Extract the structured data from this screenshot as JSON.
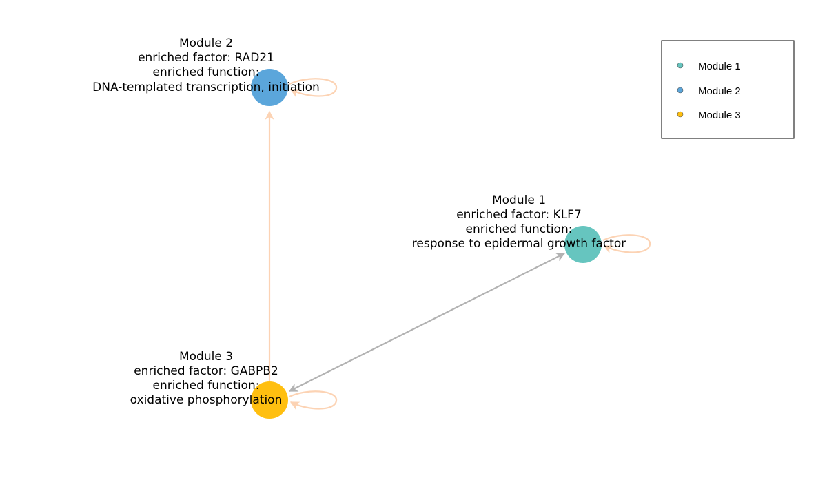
{
  "colors": {
    "module1": "#66c5bf",
    "module2": "#5ba6db",
    "module3": "#ffbf10",
    "self_loop_edge": "#fcd3b4",
    "module_edge": "#b2b2b2",
    "legend_border": "#000000"
  },
  "modules": [
    {
      "id": "m1",
      "name": "Module 1",
      "factor_line": "enriched factor: KLF7",
      "function_heading": "enriched function:",
      "function_line": "response to epidermal growth factor"
    },
    {
      "id": "m2",
      "name": "Module 2",
      "factor_line": "enriched factor: RAD21",
      "function_heading": "enriched function:",
      "function_line": "DNA-templated transcription, initiation"
    },
    {
      "id": "m3",
      "name": "Module 3",
      "factor_line": "enriched factor: GABPB2",
      "function_heading": "enriched function:",
      "function_line": "oxidative phosphorylation"
    }
  ],
  "edges": [
    {
      "from": "m3",
      "to": "m2",
      "type": "directed"
    },
    {
      "from": "m1",
      "to": "m3",
      "type": "bidirectional"
    },
    {
      "from": "m1",
      "to": "m1",
      "type": "self-loop"
    },
    {
      "from": "m2",
      "to": "m2",
      "type": "self-loop"
    },
    {
      "from": "m3",
      "to": "m3",
      "type": "self-loop"
    }
  ],
  "legend": {
    "items": [
      {
        "label": "Module 1"
      },
      {
        "label": "Module 2"
      },
      {
        "label": "Module 3"
      }
    ]
  }
}
